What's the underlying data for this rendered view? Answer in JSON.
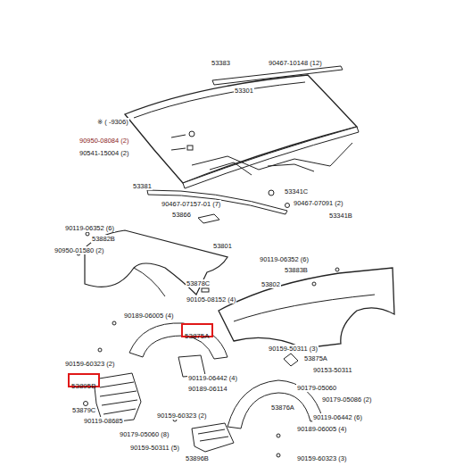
{
  "diagram": {
    "nodes": [
      {
        "text": [
          "53875A"
        ]
      },
      {
        "text": [
          "53895B"
        ]
      }
    ],
    "labels": [
      "53383",
      "90467-10148 (12)",
      "53301",
      "※ (     -9306)",
      "90950-08084 (2)",
      "90541-15004 (2)",
      "53381",
      "90467-07157-01 (7)",
      "53341C",
      "90467-07091 (2)",
      "53341B",
      "53866",
      "90119-06352 (6)",
      "53882B",
      "90950-01580 (2)",
      "53801",
      "90119-06352 (6)",
      "53883B",
      "53878C",
      "53802",
      "90105-08152 (4)",
      "90189-06005 (4)",
      "90159-50311 (3)",
      "53875A",
      "90159-60323 (2)",
      "90153-50311",
      "90119-06442 (4)",
      "90189-06114",
      "90179-05060",
      "90179-05086 (2)",
      "53876A",
      "53879C",
      "90159-60323 (2)",
      "90119-06442 (6)",
      "90119-08685",
      "90179-05060 (8)",
      "90189-06005 (4)",
      "90159-50311 (5)",
      "53896B",
      "90159-60323 (3)"
    ]
  }
}
